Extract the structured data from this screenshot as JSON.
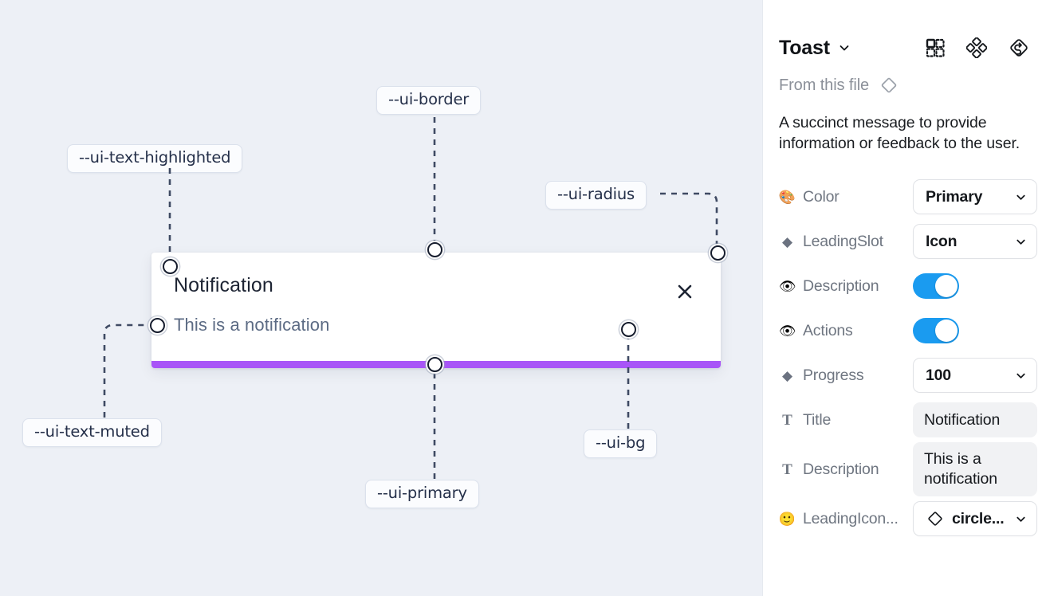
{
  "canvas": {
    "background_color": "#edf0f6",
    "toast": {
      "title": "Notification",
      "description": "This is a notification",
      "close_icon": "close-icon",
      "progress_color": "#a855f7",
      "background_color": "#ffffff"
    },
    "tokens": [
      {
        "id": "ui-border",
        "label": "--ui-border"
      },
      {
        "id": "ui-text-highlighted",
        "label": "--ui-text-highlighted"
      },
      {
        "id": "ui-radius",
        "label": "--ui-radius"
      },
      {
        "id": "ui-text-muted",
        "label": "--ui-text-muted"
      },
      {
        "id": "ui-primary",
        "label": "--ui-primary"
      },
      {
        "id": "ui-bg",
        "label": "--ui-bg"
      }
    ]
  },
  "panel": {
    "title": "Toast",
    "title_caret_icon": "chevron-down-icon",
    "header_icons": [
      {
        "name": "component-set-icon"
      },
      {
        "name": "component-icon"
      },
      {
        "name": "reset-instance-icon"
      }
    ],
    "from_file": {
      "label": "From this file",
      "icon": "diamond-icon"
    },
    "description": "A succinct message to provide information or feedback to the user.",
    "properties": [
      {
        "icon": "palette-emoji",
        "icon_glyph": "🎨",
        "name": "Color",
        "type": "select",
        "value": "Primary"
      },
      {
        "icon": "diamond-icon",
        "icon_glyph": "◆",
        "name": "LeadingSlot",
        "type": "select",
        "value": "Icon"
      },
      {
        "icon": "eye-emoji",
        "icon_glyph": "👁",
        "name": "Description",
        "type": "toggle",
        "value": "on"
      },
      {
        "icon": "eye-emoji",
        "icon_glyph": "👁",
        "name": "Actions",
        "type": "toggle",
        "value": "on"
      },
      {
        "icon": "diamond-icon",
        "icon_glyph": "◆",
        "name": "Progress",
        "type": "select",
        "value": "100"
      },
      {
        "icon": "text-type-icon",
        "icon_glyph": "T",
        "name": "Title",
        "type": "text",
        "value": "Notification"
      },
      {
        "icon": "text-type-icon",
        "icon_glyph": "T",
        "name": "Description",
        "type": "text",
        "value": "This is a notification"
      },
      {
        "icon": "smiley-emoji",
        "icon_glyph": "🙂",
        "name": "LeadingIcon...",
        "type": "icon-select",
        "value": "circle..."
      }
    ],
    "toggle_on_color": "#1a9bf0"
  }
}
